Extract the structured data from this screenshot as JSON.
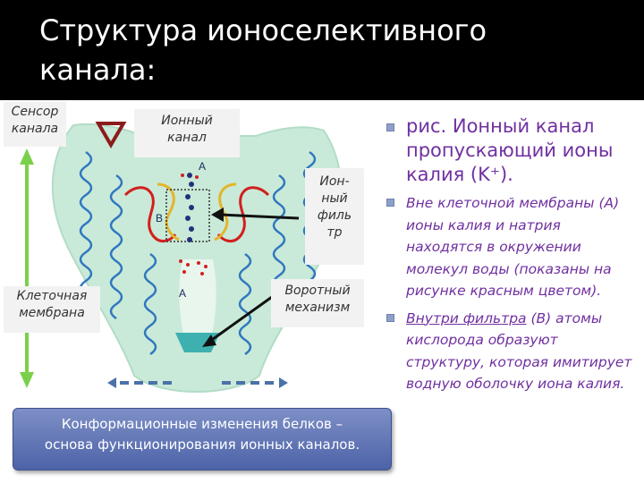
{
  "title": {
    "line1": "Структура ионоселективного",
    "line2": "канала:"
  },
  "labels": {
    "sensor": [
      "Сенсор",
      "канала"
    ],
    "ion_channel": [
      "Ионный",
      "канал"
    ],
    "filter": [
      "Ион-",
      "ный",
      "филь",
      "тр"
    ],
    "membrane": [
      "Клеточная",
      "мембрана"
    ],
    "gate": [
      "Воротный",
      "механизм"
    ]
  },
  "diagram_letters": {
    "top": "A",
    "left": "B",
    "bottom": "A"
  },
  "caption": {
    "line1": "Конформационные изменения белков –",
    "line2": "основа функционирования ионных каналов."
  },
  "bullets": {
    "main": "рис. Ионный канал пропускающий ионы калия (K⁺).",
    "sub1": "Вне клеточной мембраны (A) ионы калия и натрия находятся в окружении молекул воды (показаны на рисунке красным цветом).",
    "sub2_underlined": "Внутри фильтра",
    "sub2_rest": " (B) атомы кислорода образуют структуру, которая имитирует водную оболочку иона калия."
  },
  "colors": {
    "protein_fill": "#c9ead8",
    "helix": "#2f77c0",
    "red_loop": "#d21f1f",
    "yellow_loop": "#e4b52a",
    "arrow_green": "#7bd04b",
    "sensor_triangle": "#8b1c1c",
    "caption_bg": "#5a6fb2",
    "text_purple": "#7030a0"
  }
}
